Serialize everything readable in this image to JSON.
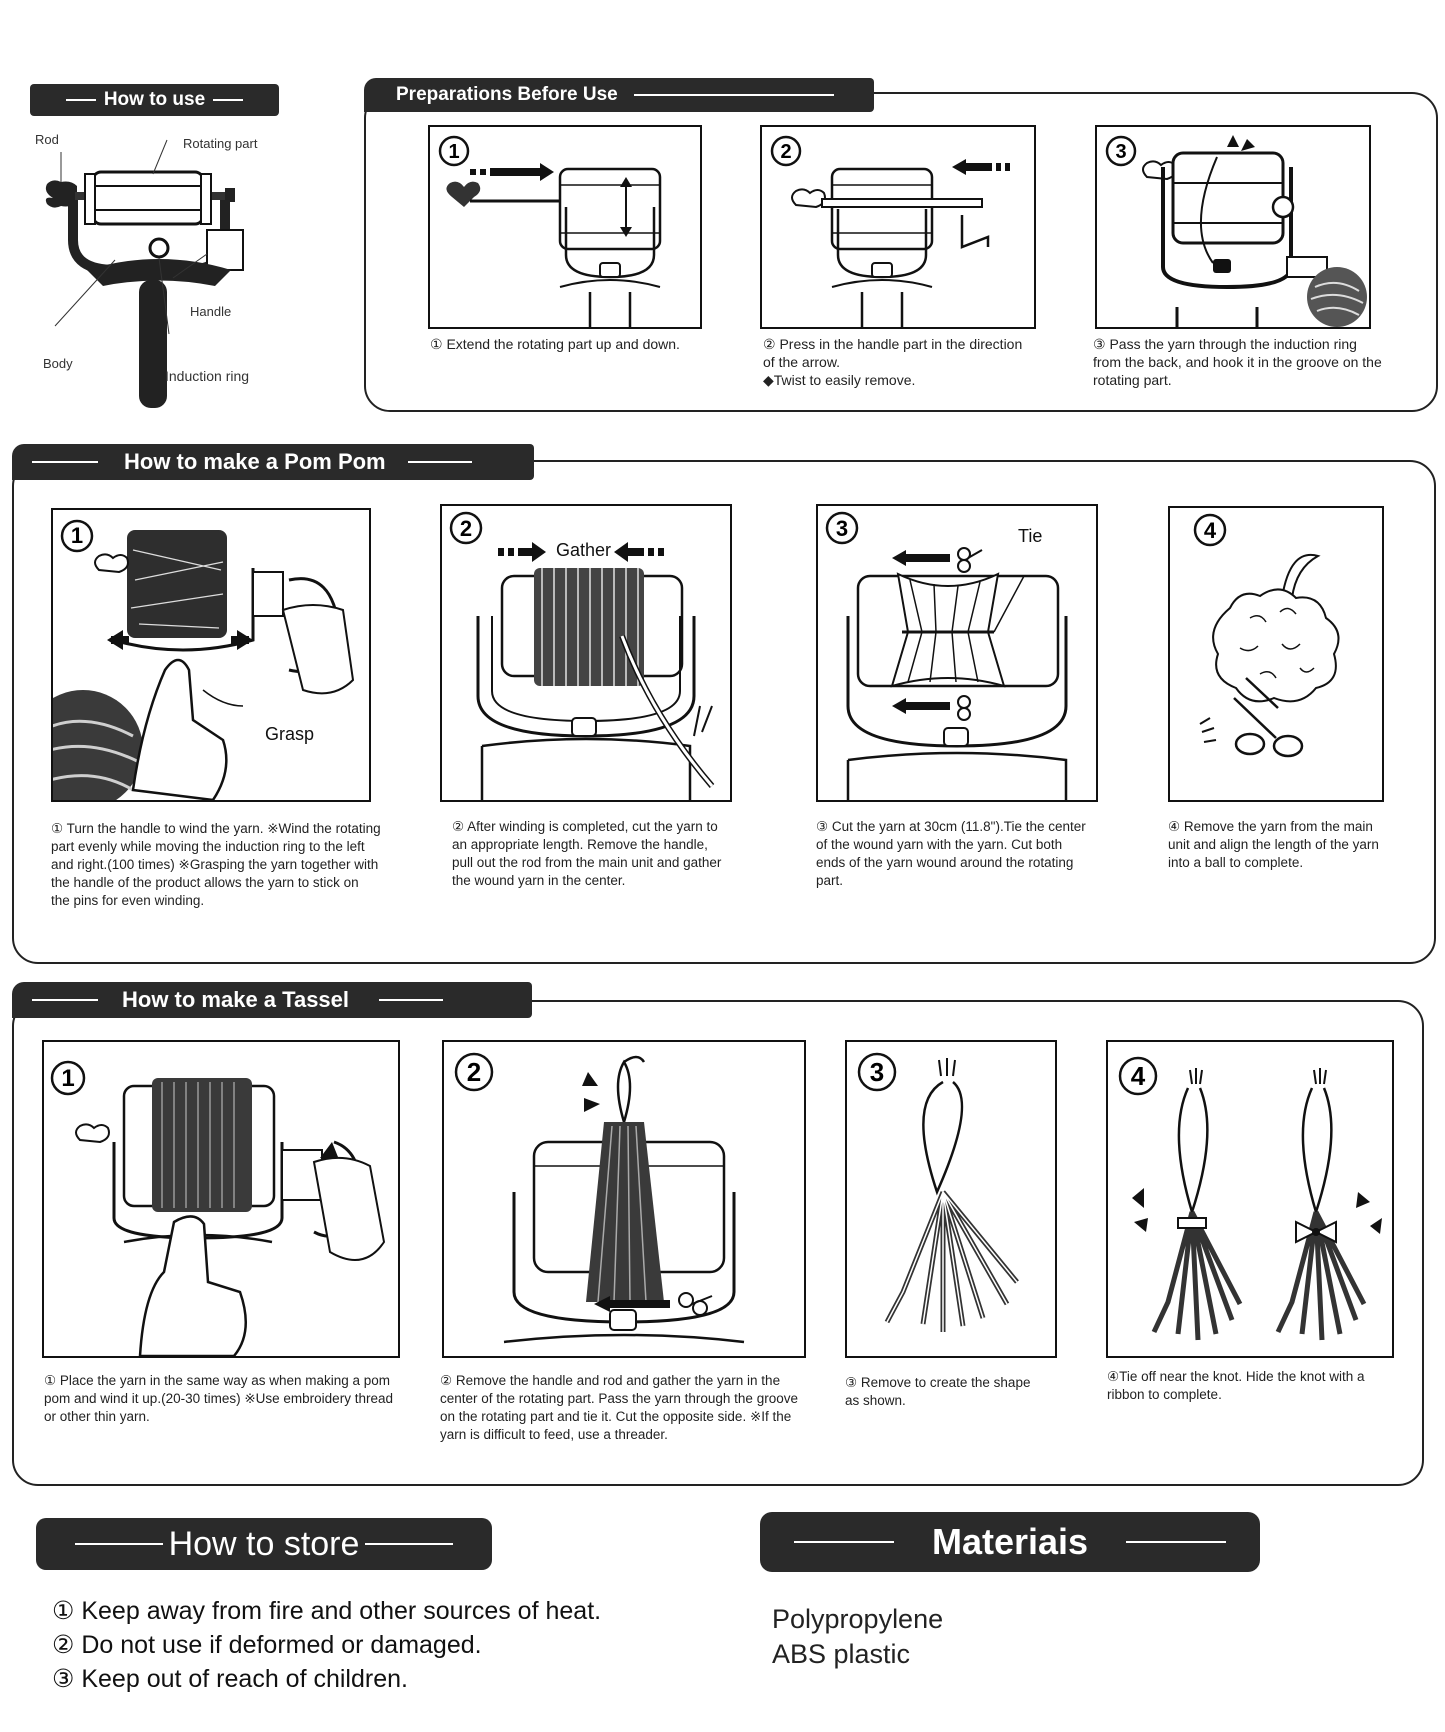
{
  "how_to_use": {
    "title": "How to use",
    "labels": {
      "rod": "Rod",
      "rotating": "Rotating part",
      "handle": "Handle",
      "body": "Body",
      "ring": "Induction ring"
    }
  },
  "prep": {
    "title": "Preparations Before Use",
    "steps": [
      {
        "num": "1",
        "caption": "① Extend the rotating part up and down."
      },
      {
        "num": "2",
        "caption": "② Press in the handle part in the direction of the arrow.",
        "note": "◆Twist to easily remove."
      },
      {
        "num": "3",
        "caption": "③ Pass the yarn through the induction ring from the back, and hook it in the groove on the rotating part."
      }
    ]
  },
  "pompom": {
    "title": "How to make a Pom Pom",
    "labels": {
      "grasp": "Grasp",
      "gather": "Gather",
      "tie": "Tie"
    },
    "steps": [
      {
        "num": "1",
        "caption": "① Turn the handle to wind the yarn. ※Wind the rotating part evenly while moving the induction ring to the left and right.(100 times) ※Grasping the yarn together with the handle of the product allows the yarn to stick on the pins for even winding."
      },
      {
        "num": "2",
        "caption": "② After winding is completed, cut the yarn to an appropriate length. Remove the handle, pull out the rod from the main unit and gather the wound yarn in the center."
      },
      {
        "num": "3",
        "caption": "③ Cut the yarn at 30cm (11.8\").Tie the center of the wound yarn with the yarn. Cut both ends of the yarn wound around the rotating part."
      },
      {
        "num": "4",
        "caption": "④ Remove the yarn from the main unit and align the length of the yarn into a ball to complete."
      }
    ]
  },
  "tassel": {
    "title": "How to make a Tassel",
    "steps": [
      {
        "num": "1",
        "caption": "① Place the yarn in the same way as when making a pom pom and wind it up.(20-30 times) ※Use embroidery thread or other thin yarn."
      },
      {
        "num": "2",
        "caption": "② Remove the handle and rod and gather the yarn in the center of the rotating part. Pass the yarn through the groove on the rotating part and tie it. Cut the opposite side. ※If the yarn is difficult to feed, use a threader."
      },
      {
        "num": "3",
        "caption": "③ Remove to create the shape as shown."
      },
      {
        "num": "4",
        "caption": "④Tie off near the knot. Hide the knot with a ribbon to complete."
      }
    ]
  },
  "store": {
    "title": "How to store",
    "items": [
      "① Keep away from fire and other sources of heat.",
      "② Do not use if deformed or damaged.",
      "③ Keep out of reach of children."
    ]
  },
  "materials": {
    "title": "Materiais",
    "items": [
      "Polypropylene",
      "ABS plastic"
    ]
  },
  "colors": {
    "banner": "#2a2a2a",
    "ink": "#1a1a1a",
    "border": "#222222"
  }
}
